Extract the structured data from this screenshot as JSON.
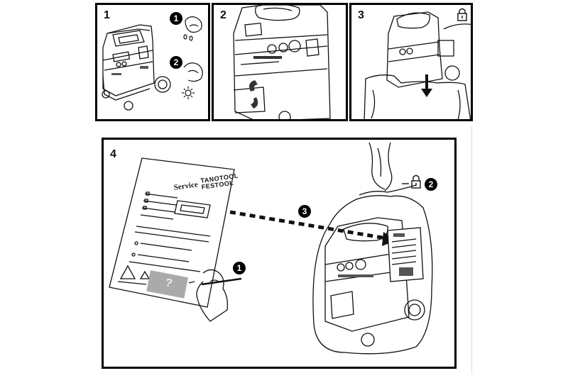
{
  "panels": [
    {
      "number": "1",
      "badges": [
        "1",
        "2"
      ]
    },
    {
      "number": "2"
    },
    {
      "number": "3"
    },
    {
      "number": "4",
      "badges": [
        "1",
        "2",
        "3"
      ]
    }
  ],
  "service_sheet": {
    "title": "Service",
    "brand_line1": "TANOTOOL",
    "brand_line2": "FESTOOL"
  },
  "icons": [
    "water-drops-icon",
    "sun-icon",
    "padlock-icon",
    "hand-icon",
    "arrow-icon"
  ]
}
